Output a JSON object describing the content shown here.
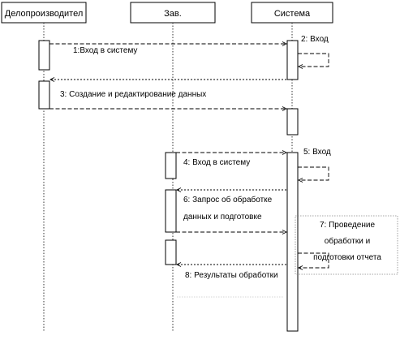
{
  "actors": [
    {
      "name": "Делопроизводител"
    },
    {
      "name": "Зав."
    },
    {
      "name": "Система"
    }
  ],
  "messages": [
    {
      "label": "1:Вход в систему"
    },
    {
      "label": "2: Вход"
    },
    {
      "label": "3: Создание и редактирование данных"
    },
    {
      "label": "4: Вход в систему"
    },
    {
      "label": "5: Вход"
    },
    {
      "label": "6: Запрос об обработке"
    },
    {
      "label": "данных и подготовке"
    },
    {
      "label": "7: Проведение"
    },
    {
      "label": "обработки и"
    },
    {
      "label": "подготовки отчета"
    },
    {
      "label": "8: Результаты обработки"
    }
  ]
}
